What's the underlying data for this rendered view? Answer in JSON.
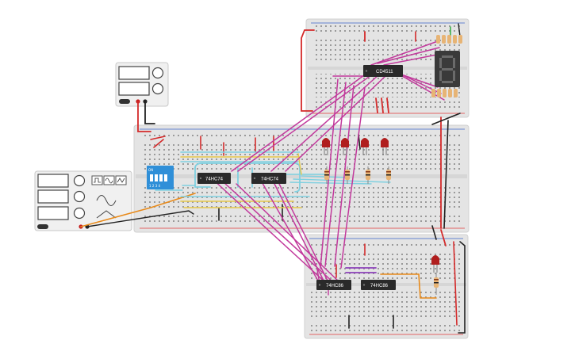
{
  "canvas": {
    "background": "#ffffff"
  },
  "colors": {
    "board": "#e4e4e4",
    "board_edge": "#d2d2d2",
    "rail_red": "#e23b3b",
    "rail_blue": "#3a63c9",
    "chip": "#2a2a2a",
    "wire_magenta": "#c2399c",
    "wire_cyan": "#7fd0e0",
    "wire_yellow": "#e6c84a",
    "wire_orange": "#e88a1a",
    "wire_red": "#d42a2a",
    "wire_black": "#222222",
    "wire_purple": "#8a3fb8",
    "led_red": "#b01e1e",
    "dip_switch": "#2f8fd8",
    "seven_segment": "#3a3a3a",
    "instrument": "#f2f2f2"
  },
  "chips": {
    "cd4511": {
      "label": "CD4511"
    },
    "hc74_a": {
      "label": "74HC74"
    },
    "hc74_b": {
      "label": "74HC74"
    },
    "hc86_a": {
      "label": "74HC86"
    },
    "hc86_b": {
      "label": "74HC86"
    }
  },
  "dip_switch": {
    "label": "ON",
    "positions": "1 2 3 4"
  },
  "seven_segment": {
    "digit": "8"
  },
  "power_supply": {
    "name": "dc-power-supply"
  },
  "function_generator": {
    "name": "function-generator",
    "waveforms": [
      "square",
      "sine",
      "triangle"
    ]
  }
}
